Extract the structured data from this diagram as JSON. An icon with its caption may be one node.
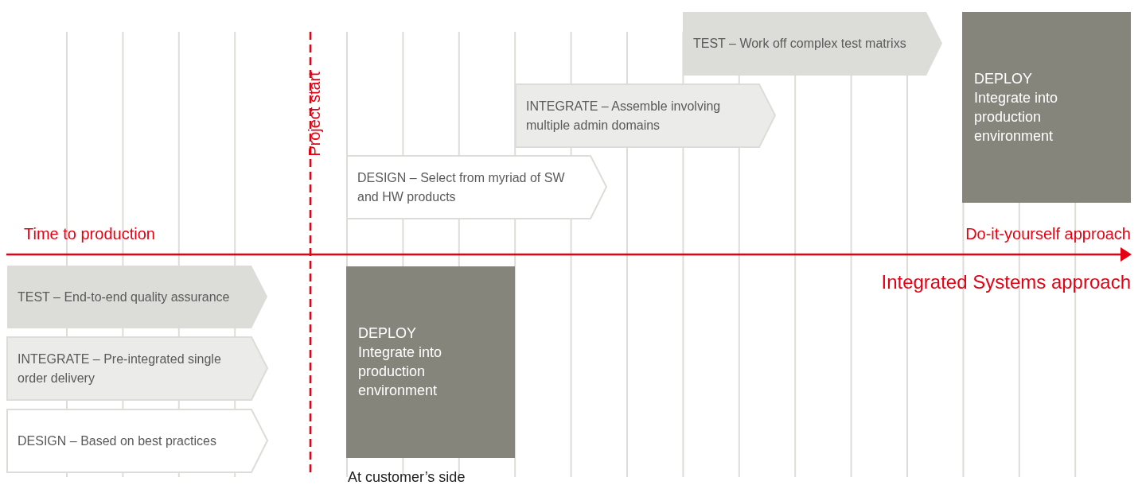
{
  "diagram": {
    "nodes": [
      {
        "text": [
          "TEST – Work off complex test matrixs"
        ]
      },
      {
        "text": [
          "DEPLOY",
          "Integrate into production environment"
        ]
      },
      {
        "text": [
          "INTEGRATE – Assemble involving multiple admin domains"
        ]
      },
      {
        "text": [
          "DESIGN – Select from myriad of SW and HW products"
        ]
      },
      {
        "text": [
          "TEST – End-to-end quality assurance"
        ]
      },
      {
        "text": [
          "DEPLOY",
          "Integrate into production environment"
        ],
        "beside": [
          "At customer’s side"
        ]
      },
      {
        "text": [
          "INTEGRATE – Pre-integrated single order delivery"
        ]
      },
      {
        "text": [
          "DESIGN – Based on best practices"
        ]
      }
    ],
    "edges": [],
    "labels": [
      "Project start",
      "Time to production",
      "Do-it-yourself approach",
      "Integrated Systems approach"
    ]
  }
}
